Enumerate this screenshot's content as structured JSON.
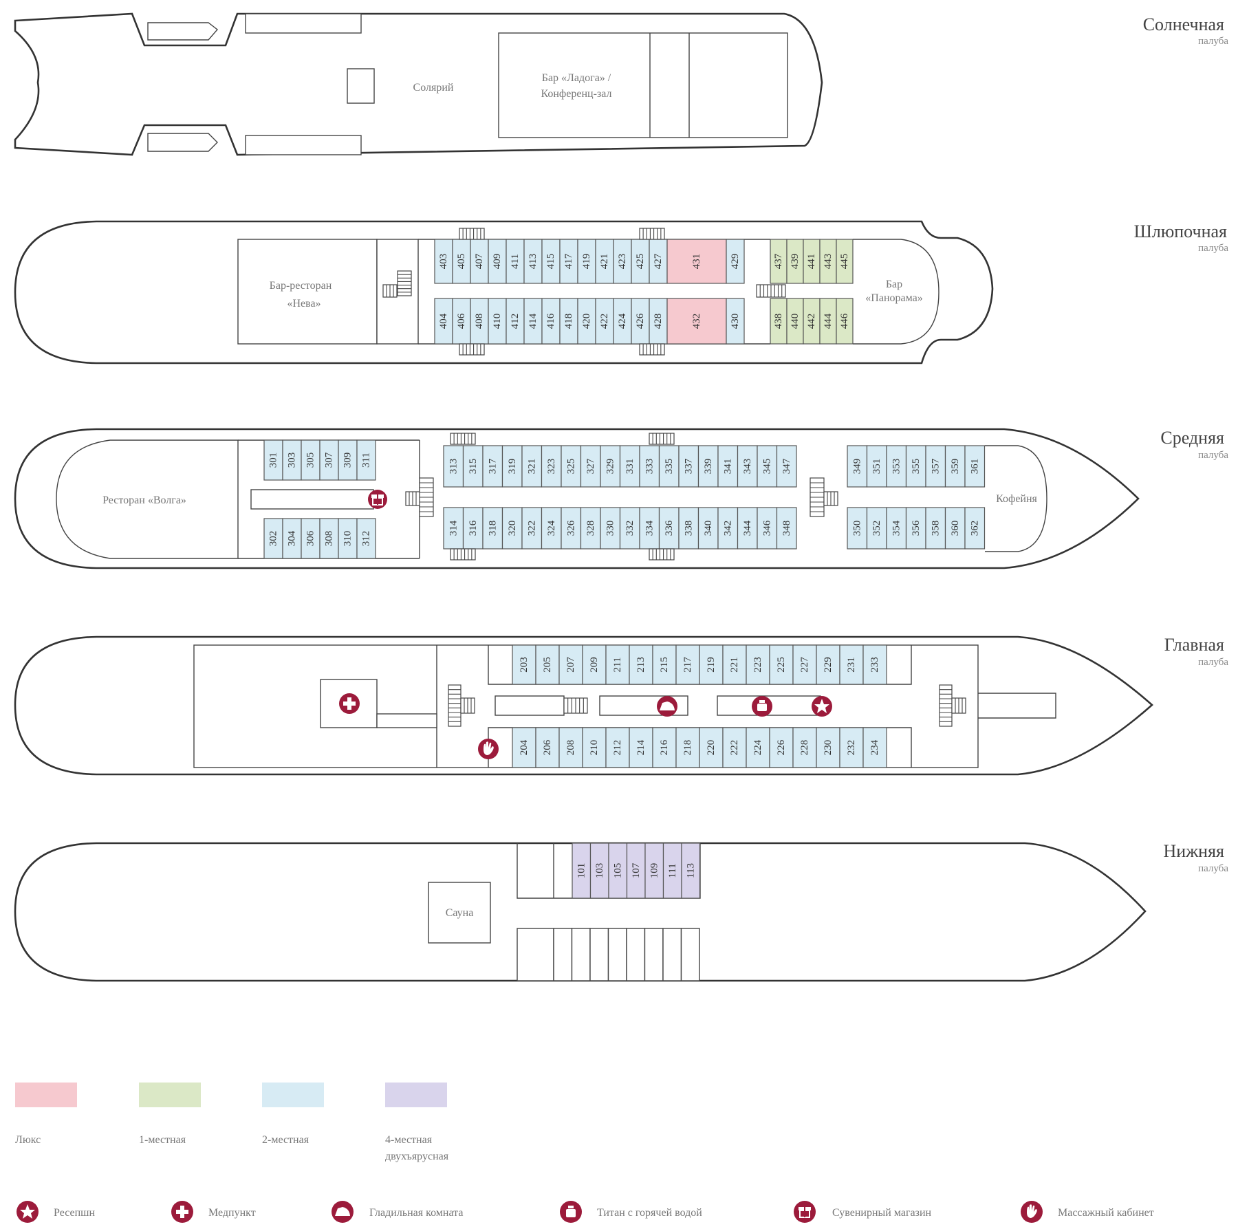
{
  "colors": {
    "lux": "#f6c9cf",
    "single": "#dbe8c6",
    "double": "#d7ebf4",
    "quad": "#d9d4ec",
    "accent": "#9c1b3b"
  },
  "decks": {
    "sun": {
      "name": "Солнечная",
      "sub": "палуба"
    },
    "boat": {
      "name": "Шлюпочная",
      "sub": "палуба"
    },
    "middle": {
      "name": "Средняя",
      "sub": "палуба"
    },
    "main": {
      "name": "Главная",
      "sub": "палуба"
    },
    "lower": {
      "name": "Нижняя",
      "sub": "палуба"
    }
  },
  "rooms": {
    "solarium": "Солярий",
    "bar_ladoga_1": "Бар «Ладога» /",
    "bar_ladoga_2": "Конференц-зал",
    "bar_neva_1": "Бар-ресторан",
    "bar_neva_2": "«Нева»",
    "bar_panorama_1": "Бар",
    "bar_panorama_2": "«Панорама»",
    "restaurant_volga": "Ресторан «Волга»",
    "cafe": "Кофейня",
    "sauna": "Сауна"
  },
  "cabins": {
    "boat_top": [
      {
        "n": "403",
        "c": "double"
      },
      {
        "n": "405",
        "c": "double"
      },
      {
        "n": "407",
        "c": "double"
      },
      {
        "n": "409",
        "c": "double"
      },
      {
        "n": "411",
        "c": "double"
      },
      {
        "n": "413",
        "c": "double"
      },
      {
        "n": "415",
        "c": "double"
      },
      {
        "n": "417",
        "c": "double"
      },
      {
        "n": "419",
        "c": "double"
      },
      {
        "n": "421",
        "c": "double"
      },
      {
        "n": "423",
        "c": "double"
      },
      {
        "n": "425",
        "c": "double"
      },
      {
        "n": "427",
        "c": "double"
      },
      {
        "n": "431",
        "c": "lux"
      },
      {
        "n": "429",
        "c": "double"
      }
    ],
    "boat_bottom": [
      {
        "n": "404",
        "c": "double"
      },
      {
        "n": "406",
        "c": "double"
      },
      {
        "n": "408",
        "c": "double"
      },
      {
        "n": "410",
        "c": "double"
      },
      {
        "n": "412",
        "c": "double"
      },
      {
        "n": "414",
        "c": "double"
      },
      {
        "n": "416",
        "c": "double"
      },
      {
        "n": "418",
        "c": "double"
      },
      {
        "n": "420",
        "c": "double"
      },
      {
        "n": "422",
        "c": "double"
      },
      {
        "n": "424",
        "c": "double"
      },
      {
        "n": "426",
        "c": "double"
      },
      {
        "n": "428",
        "c": "double"
      },
      {
        "n": "432",
        "c": "lux"
      },
      {
        "n": "430",
        "c": "double"
      }
    ],
    "boat_single_top": [
      "437",
      "439",
      "441",
      "443",
      "445"
    ],
    "boat_single_bottom": [
      "438",
      "440",
      "442",
      "444",
      "446"
    ],
    "mid_aft_top": [
      "301",
      "303",
      "305",
      "307",
      "309",
      "311"
    ],
    "mid_aft_bottom": [
      "302",
      "304",
      "306",
      "308",
      "310",
      "312"
    ],
    "mid_center_top": [
      "313",
      "315",
      "317",
      "319",
      "321",
      "323",
      "325",
      "327",
      "329",
      "331",
      "333",
      "335",
      "337",
      "339",
      "341",
      "343",
      "345",
      "347"
    ],
    "mid_center_bottom": [
      "314",
      "316",
      "318",
      "320",
      "322",
      "324",
      "326",
      "328",
      "330",
      "332",
      "334",
      "336",
      "338",
      "340",
      "342",
      "344",
      "346",
      "348"
    ],
    "mid_fwd_top": [
      "349",
      "351",
      "353",
      "355",
      "357",
      "359",
      "361"
    ],
    "mid_fwd_bottom": [
      "350",
      "352",
      "354",
      "356",
      "358",
      "360",
      "362"
    ],
    "main_top": [
      "203",
      "205",
      "207",
      "209",
      "211",
      "213",
      "215",
      "217",
      "219",
      "221",
      "223",
      "225",
      "227",
      "229",
      "231",
      "233"
    ],
    "main_bottom": [
      "204",
      "206",
      "208",
      "210",
      "212",
      "214",
      "216",
      "218",
      "220",
      "222",
      "224",
      "226",
      "228",
      "230",
      "232",
      "234"
    ],
    "lower": [
      "101",
      "103",
      "105",
      "107",
      "109",
      "111",
      "113"
    ]
  },
  "legend": {
    "cabin_types": [
      {
        "key": "lux",
        "label": "Люкс",
        "label2": ""
      },
      {
        "key": "single",
        "label": "1-местная",
        "label2": ""
      },
      {
        "key": "double",
        "label": "2-местная",
        "label2": ""
      },
      {
        "key": "quad",
        "label": "4-местная",
        "label2": "двухъярусная"
      }
    ],
    "services": [
      {
        "icon": "star-icon",
        "label": "Ресепшн"
      },
      {
        "icon": "medical-cross-icon",
        "label": "Медпункт"
      },
      {
        "icon": "iron-icon",
        "label": "Гладильная комната"
      },
      {
        "icon": "kettle-icon",
        "label": "Титан с горячей водой"
      },
      {
        "icon": "gift-icon",
        "label": "Сувенирный магазин"
      },
      {
        "icon": "massage-hand-icon",
        "label": "Массажный кабинет"
      }
    ]
  }
}
